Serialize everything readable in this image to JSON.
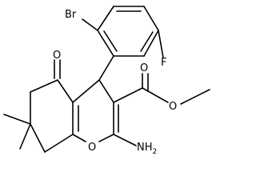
{
  "molecule": {
    "atoms": {
      "bromine": "Br",
      "fluorine": "F",
      "ketone_oxygen": "O",
      "ester_carbonyl_oxygen": "O",
      "ester_ether_oxygen": "O",
      "ring_oxygen": "O",
      "amine_prefix": "NH",
      "amine_subscript": "2"
    },
    "colors": {
      "bond": "#000000",
      "label": "#000000",
      "background": "#ffffff"
    }
  }
}
